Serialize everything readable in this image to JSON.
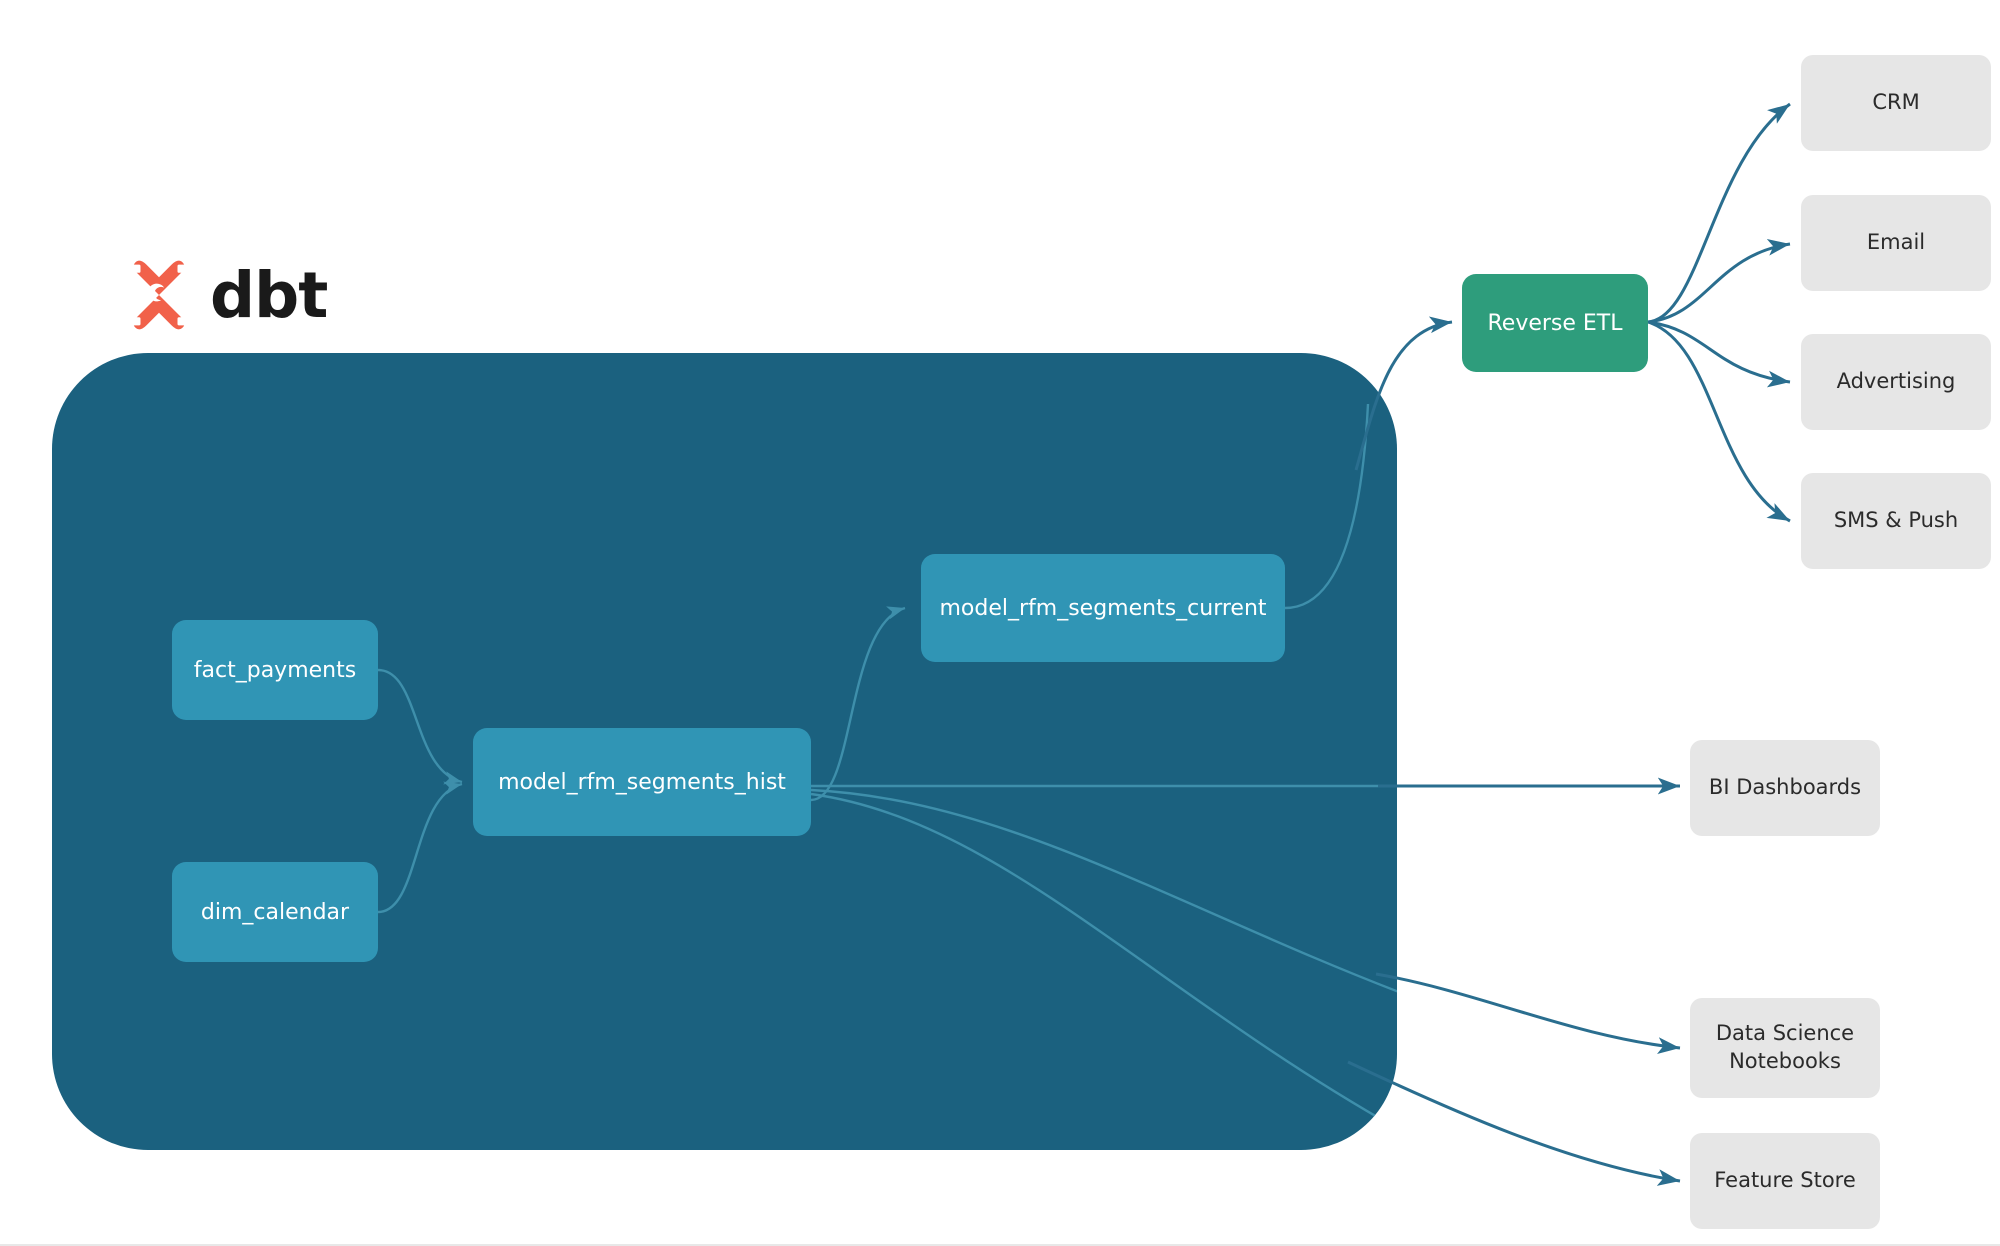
{
  "brand": {
    "logo_icon": "dbt-logo-icon",
    "wordmark": "dbt",
    "logo_color": "#f1614a",
    "wordmark_color": "#1a1a1a"
  },
  "colors": {
    "warehouse_fill": "#1b617f",
    "model_fill": "#3095b5",
    "reverse_etl_fill": "#2e9d7c",
    "destination_fill": "#e6e6e6",
    "outer_edge": "#2a6e8f",
    "inner_edge": "#3e8fab",
    "canvas": "#ffffff"
  },
  "warehouse": {
    "name": "dbt-transformation-container",
    "models": [
      {
        "id": "fact_payments",
        "label": "fact_payments"
      },
      {
        "id": "dim_calendar",
        "label": "dim_calendar"
      },
      {
        "id": "model_rfm_segments_hist",
        "label": "model_rfm_segments_hist"
      },
      {
        "id": "model_rfm_segments_current",
        "label": "model_rfm_segments_current"
      }
    ]
  },
  "activation": {
    "reverse_etl": {
      "id": "reverse_etl",
      "label": "Reverse ETL"
    },
    "reverse_etl_destinations": [
      {
        "id": "crm",
        "label": "CRM"
      },
      {
        "id": "email",
        "label": "Email"
      },
      {
        "id": "advertising",
        "label": "Advertising"
      },
      {
        "id": "sms_push",
        "label": "SMS & Push"
      }
    ],
    "direct_destinations": [
      {
        "id": "bi_dashboards",
        "label": "BI Dashboards"
      },
      {
        "id": "ds_notebooks",
        "label": "Data Science\nNotebooks",
        "line1": "Data Science",
        "line2": "Notebooks"
      },
      {
        "id": "feature_store",
        "label": "Feature Store"
      }
    ]
  },
  "chart_data": {
    "type": "diagram",
    "title": "dbt RFM segmentation lineage and activation flow",
    "nodes": [
      {
        "id": "fact_payments",
        "label": "fact_payments",
        "group": "dbt-warehouse",
        "style": "model"
      },
      {
        "id": "dim_calendar",
        "label": "dim_calendar",
        "group": "dbt-warehouse",
        "style": "model"
      },
      {
        "id": "model_rfm_segments_hist",
        "label": "model_rfm_segments_hist",
        "group": "dbt-warehouse",
        "style": "model"
      },
      {
        "id": "model_rfm_segments_current",
        "label": "model_rfm_segments_current",
        "group": "dbt-warehouse",
        "style": "model"
      },
      {
        "id": "reverse_etl",
        "label": "Reverse ETL",
        "group": "activation",
        "style": "green"
      },
      {
        "id": "crm",
        "label": "CRM",
        "group": "destination",
        "style": "grey"
      },
      {
        "id": "email",
        "label": "Email",
        "group": "destination",
        "style": "grey"
      },
      {
        "id": "advertising",
        "label": "Advertising",
        "group": "destination",
        "style": "grey"
      },
      {
        "id": "sms_push",
        "label": "SMS & Push",
        "group": "destination",
        "style": "grey"
      },
      {
        "id": "bi_dashboards",
        "label": "BI Dashboards",
        "group": "destination",
        "style": "grey"
      },
      {
        "id": "ds_notebooks",
        "label": "Data Science Notebooks",
        "group": "destination",
        "style": "grey"
      },
      {
        "id": "feature_store",
        "label": "Feature Store",
        "group": "destination",
        "style": "grey"
      }
    ],
    "edges": [
      {
        "from": "fact_payments",
        "to": "model_rfm_segments_hist"
      },
      {
        "from": "dim_calendar",
        "to": "model_rfm_segments_hist"
      },
      {
        "from": "model_rfm_segments_hist",
        "to": "model_rfm_segments_current"
      },
      {
        "from": "model_rfm_segments_current",
        "to": "reverse_etl"
      },
      {
        "from": "reverse_etl",
        "to": "crm"
      },
      {
        "from": "reverse_etl",
        "to": "email"
      },
      {
        "from": "reverse_etl",
        "to": "advertising"
      },
      {
        "from": "reverse_etl",
        "to": "sms_push"
      },
      {
        "from": "model_rfm_segments_hist",
        "to": "bi_dashboards"
      },
      {
        "from": "model_rfm_segments_hist",
        "to": "ds_notebooks"
      },
      {
        "from": "model_rfm_segments_hist",
        "to": "feature_store"
      }
    ]
  }
}
